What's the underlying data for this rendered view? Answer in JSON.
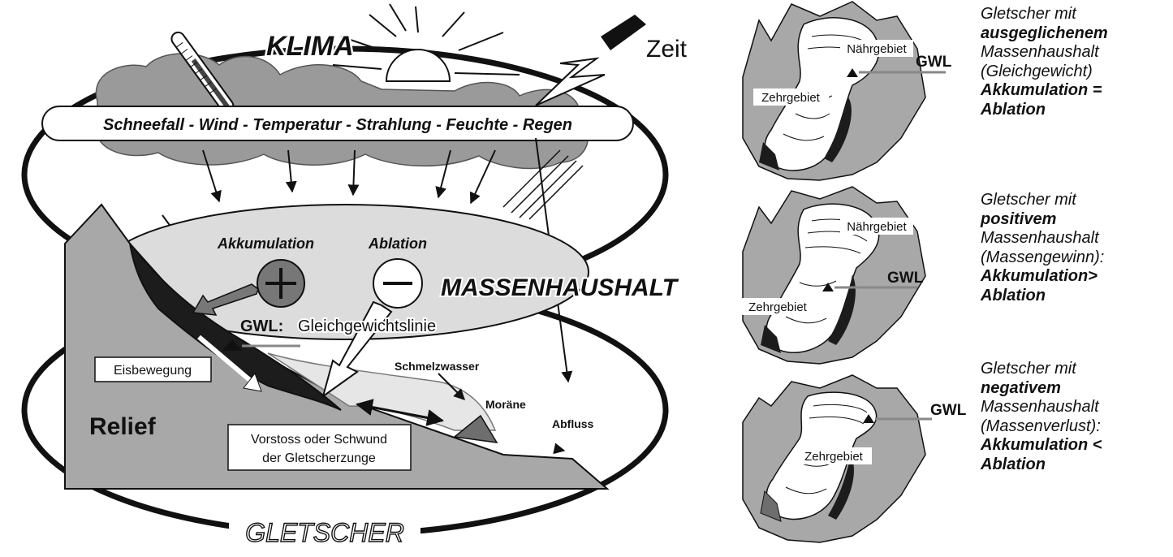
{
  "main": {
    "climate_title": "KLIMA",
    "time_label": "Zeit",
    "climate_factors": "Schneefall - Wind - Temperatur - Strahlung - Feuchte - Regen",
    "accumulation": "Akkumulation",
    "ablation": "Ablation",
    "plus_symbol": "+",
    "minus_symbol": "−",
    "mass_balance": "MASSENHAUSHALT",
    "gwl_abbr": "GWL:",
    "gwl_text": "Gleichgewichtslinie",
    "ice_movement": "Eisbewegung",
    "meltwater": "Schmelzwasser",
    "moraine": "Moräne",
    "runoff": "Abfluss",
    "relief": "Relief",
    "tongue_line1": "Vorstoss oder Schwund",
    "tongue_line2": "der Gletscherzunge",
    "glacier_title": "GLETSCHER"
  },
  "panels": [
    {
      "naehr": "Nährgebiet",
      "zehr": "Zehrgebiet",
      "gwl": "GWL",
      "caption": [
        "Gletscher mit",
        "ausgeglichenem",
        "Massenhaushalt",
        "(Gleichgewicht)",
        "Akkumulation =",
        "Ablation"
      ]
    },
    {
      "naehr": "Nährgebiet",
      "zehr": "Zehrgebiet",
      "gwl": "GWL",
      "caption": [
        "Gletscher mit",
        "positivem",
        "Massenhaushalt",
        "(Massengewinn):",
        "Akkumulation>",
        "Ablation"
      ]
    },
    {
      "zehr": "Zehrgebiet",
      "gwl": "GWL",
      "caption": [
        "Gletscher mit",
        "negativem",
        "Massenhaushalt",
        "(Massenverlust):",
        "Akkumulation <",
        "Ablation"
      ]
    }
  ]
}
